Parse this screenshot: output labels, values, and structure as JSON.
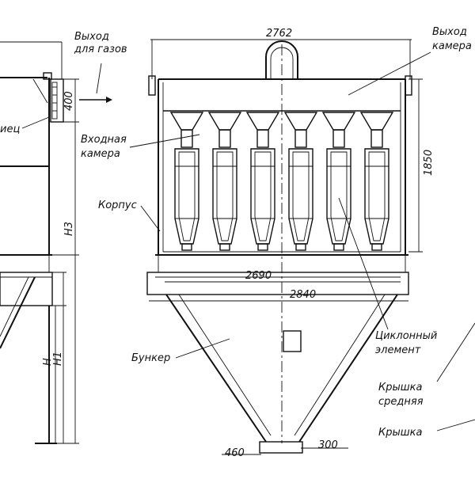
{
  "labels": {
    "gas_outlet_left": [
      "Выход",
      "для газов"
    ],
    "outlet_chamber": [
      "Выход",
      "камера"
    ],
    "nozzle_partial": "иец",
    "inlet_chamber": [
      "Входная",
      "камера"
    ],
    "body": "Корпус",
    "bunker": "Бункер",
    "cyclone_element": [
      "Циклонный",
      "элемент"
    ],
    "middle_cover": [
      "Крышка",
      "средняя"
    ],
    "cover": "Крышка"
  },
  "dimensions": {
    "d2762": "2762",
    "d1850": "1850",
    "d400": "400",
    "d2690": "2690",
    "d2840": "2840",
    "d460": "460",
    "d300": "300",
    "H3": "H3",
    "H1": "H1",
    "H": "H"
  },
  "cyclone_count": 6
}
